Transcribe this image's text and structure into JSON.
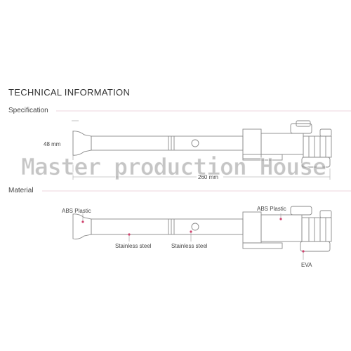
{
  "header": {
    "title": "TECHNICAL INFORMATION"
  },
  "specification": {
    "heading": "Specification",
    "width_label": "48 mm",
    "length_label": "260 mm"
  },
  "material": {
    "heading": "Material",
    "labels": {
      "abs_left": "ABS Plastic",
      "stainless_left": "Stainless steel",
      "stainless_right": "Stainless steel",
      "abs_right": "ABS Plastic",
      "eva": "EVA"
    },
    "marker_color": "#d0426e"
  },
  "watermark": {
    "text": "Master production House"
  },
  "colors": {
    "line": "#8a8a8a",
    "divider": "#e8b9c8"
  }
}
